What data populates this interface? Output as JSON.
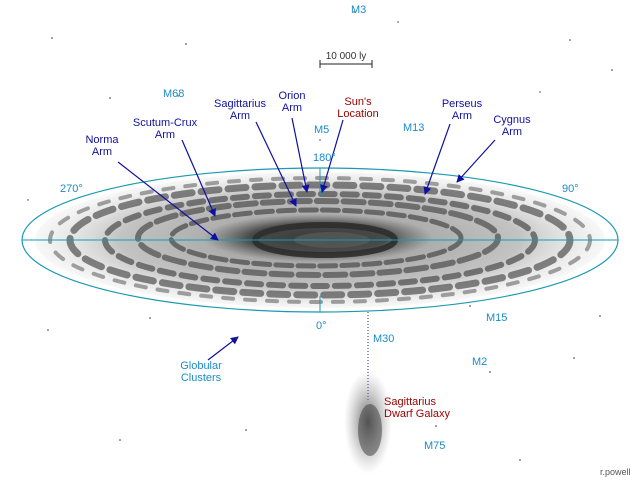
{
  "colors": {
    "arm_label": "#1010a0",
    "cluster_label": "#1a8cc8",
    "highlight_label": "#990000",
    "disk_outline": "#1a9ab0",
    "arrow": "#1010a0",
    "galaxy_dust": "#505050"
  },
  "scale_bar": {
    "label": "10 000 ly"
  },
  "arms": [
    {
      "key": "norma",
      "line1": "Norma",
      "line2": "Arm"
    },
    {
      "key": "scutum",
      "line1": "Scutum-Crux",
      "line2": "Arm"
    },
    {
      "key": "sagittarius",
      "line1": "Sagittarius",
      "line2": "Arm"
    },
    {
      "key": "orion",
      "line1": "Orion",
      "line2": "Arm"
    },
    {
      "key": "sun",
      "line1": "Sun's",
      "line2": "Location"
    },
    {
      "key": "perseus",
      "line1": "Perseus",
      "line2": "Arm"
    },
    {
      "key": "cygnus",
      "line1": "Cygnus",
      "line2": "Arm"
    }
  ],
  "clusters": [
    "M3",
    "M68",
    "M5",
    "M13",
    "M15",
    "M30",
    "M2",
    "M75"
  ],
  "longitudes": {
    "l180": "180°",
    "l270": "270°",
    "l90": "90°",
    "l0": "0°"
  },
  "globular": {
    "line1": "Globular",
    "line2": "Clusters"
  },
  "dwarf": {
    "line1": "Sagittarius",
    "line2": "Dwarf Galaxy"
  },
  "signature": "r.powell"
}
